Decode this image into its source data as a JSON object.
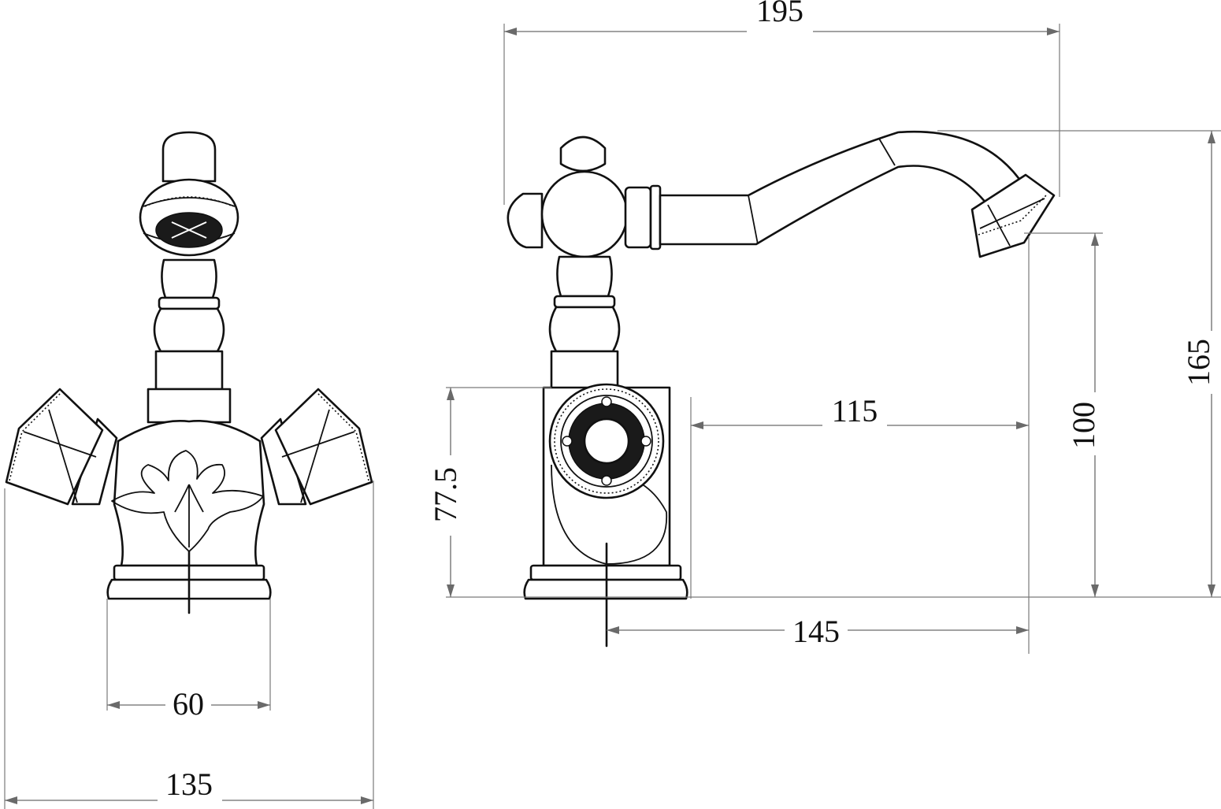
{
  "dimensions": {
    "width_total": "135",
    "base_width": "60",
    "overall_length": "195",
    "overall_height": "165",
    "spout_height": "100",
    "handle_height": "77.5",
    "spout_projection": "115",
    "spout_reach": "145"
  }
}
